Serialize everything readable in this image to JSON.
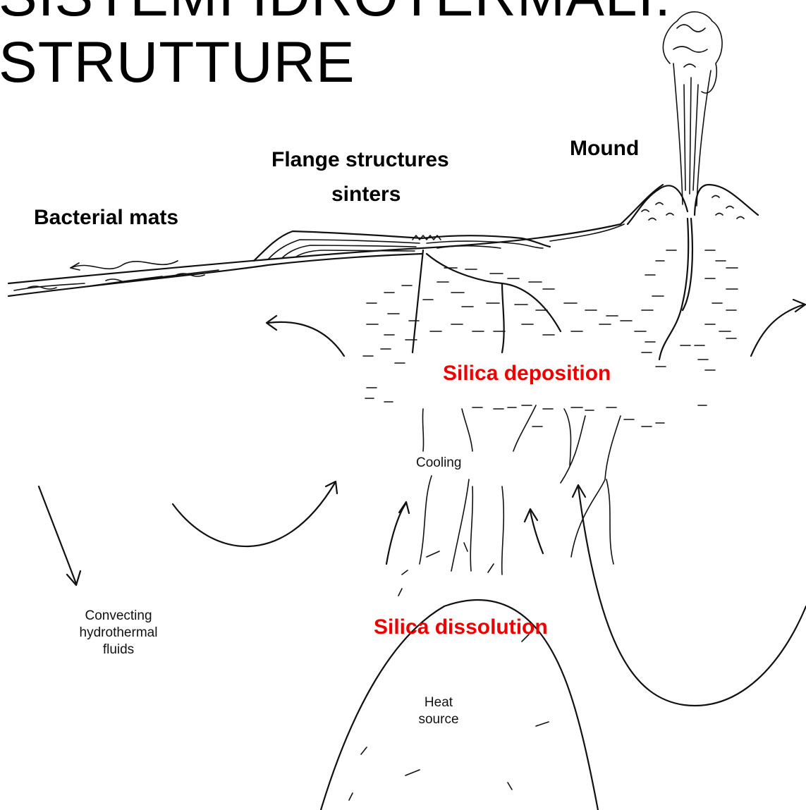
{
  "title": "SISTEMI IDROTERMALI: STRUTTURE",
  "labels": {
    "bacterial_mats": "Bacterial mats",
    "flange_line1": "Flange structures",
    "flange_line2": "sinters",
    "mound": "Mound",
    "silica_deposition": "Silica deposition",
    "cooling": "Cooling",
    "silica_dissolution": "Silica dissolution",
    "convecting_line1": "Convecting",
    "convecting_line2": "hydrothermal",
    "convecting_line3": "fluids",
    "heat_line1": "Heat",
    "heat_line2": "source"
  },
  "colors": {
    "highlight": "#ee0000",
    "ink": "#111111",
    "background": "#ffffff"
  }
}
